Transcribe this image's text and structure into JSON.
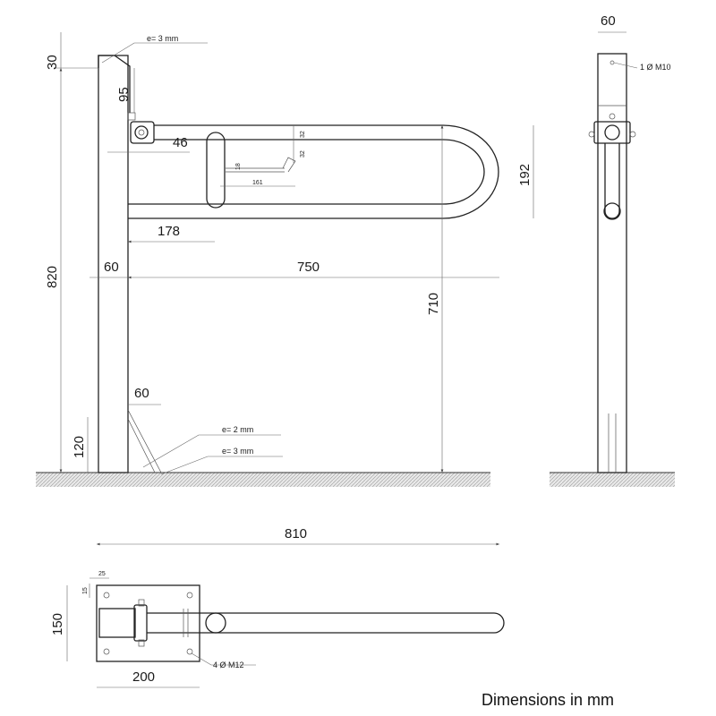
{
  "title": "",
  "footer_note": "Dimensions in mm",
  "front_view": {
    "dims": {
      "top_offset": "30",
      "total_height": "820",
      "bracket_drop": "95",
      "pivot_offset": "46",
      "handle_offset": "178",
      "post_width": "60",
      "arm_length": "750",
      "arm_height": "710",
      "base_chamfer": "60",
      "base_height": "120",
      "handle_h1": "32",
      "handle_h2": "32",
      "handle_len": "161",
      "handle_small": "18"
    },
    "notes": {
      "top_plate": "e= 3 mm",
      "web_plate": "e= 2 mm",
      "base_plate": "e= 3 mm"
    }
  },
  "side_view": {
    "dims": {
      "post_width": "60",
      "loop_height": "192"
    },
    "notes": {
      "bolt": "1 Ø M10"
    }
  },
  "top_view": {
    "dims": {
      "overall_length": "810",
      "plate_depth": "150",
      "plate_width": "200",
      "hole_x": "25",
      "hole_y": "15"
    },
    "notes": {
      "holes": "4 Ø M12"
    }
  }
}
